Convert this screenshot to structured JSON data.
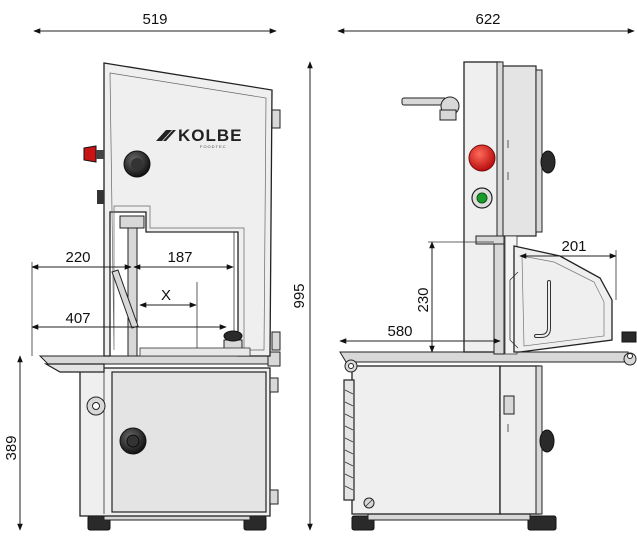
{
  "brand": {
    "logo_text": "KOLBE",
    "logo_subtext": "FOODTEC"
  },
  "dimensions": {
    "width_side_view": "519",
    "width_front_view": "622",
    "overall_height": "995",
    "table_height": "389",
    "left_cut_offset": "220",
    "cut_width": "187",
    "variable_x": "X",
    "table_depth": "407",
    "blade_height": "230",
    "front_depth": "580",
    "guard_width": "201"
  },
  "colors": {
    "stop_button": "#d81818",
    "start_button": "#1a9a2a",
    "body": "#efefef",
    "line": "#222222"
  },
  "icons": {
    "stop": "red-mushroom-stop-icon",
    "start": "green-start-icon",
    "knob": "black-knob-icon"
  }
}
